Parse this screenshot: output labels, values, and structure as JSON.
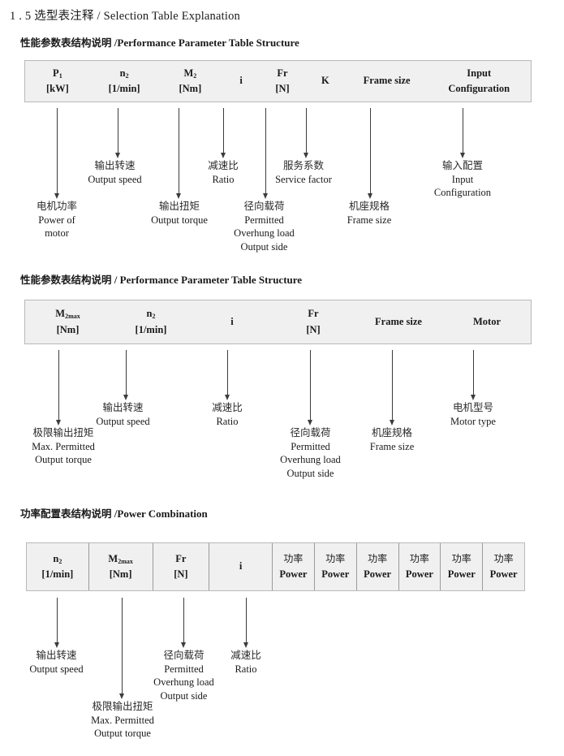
{
  "page": {
    "section_number": "1 . 5",
    "section_title_cn": "选型表注释",
    "section_title_sep": "/",
    "section_title_en": "Selection Table Explanation"
  },
  "blocks": [
    {
      "id": "performance-1",
      "heading": {
        "cn": "性能参数表结构说明",
        "sep": "/",
        "en": "Performance Parameter Table Structure"
      },
      "table": {
        "divided": false,
        "columns": [
          {
            "line1": "P",
            "sub1": "1",
            "line2": "[kW]"
          },
          {
            "line1": "n",
            "sub1": "2",
            "line2": "[1/min]"
          },
          {
            "line1": "M",
            "sub1": "2",
            "line2": "[Nm]"
          },
          {
            "line1": "",
            "sub1": "",
            "line2": "i"
          },
          {
            "line1": "Fr",
            "sub1": "",
            "line2": "[N]"
          },
          {
            "line1": "",
            "sub1": "",
            "line2": "K"
          },
          {
            "line1": "",
            "sub1": "",
            "line2": "Frame size"
          },
          {
            "line1": "Input",
            "sub1": "",
            "line2": "Configuration"
          }
        ]
      },
      "labels": [
        {
          "cn": "电机功率",
          "en": [
            "Power of",
            "motor"
          ]
        },
        {
          "cn": "输出转速",
          "en": [
            "Output speed"
          ]
        },
        {
          "cn": "输出扭矩",
          "en": [
            "Output torque"
          ]
        },
        {
          "cn": "减速比",
          "en": [
            "Ratio"
          ]
        },
        {
          "cn": "径向载荷",
          "en": [
            "Permitted",
            "Overhung load",
            "Output side"
          ]
        },
        {
          "cn": "服务系数",
          "en": [
            "Service factor"
          ]
        },
        {
          "cn": "机座规格",
          "en": [
            "Frame size"
          ]
        },
        {
          "cn": "输入配置",
          "en": [
            "Input",
            "Configuration"
          ]
        }
      ]
    },
    {
      "id": "performance-2",
      "heading": {
        "cn": "性能参数表结构说明",
        "sep": "/",
        "en": "Performance Parameter Table Structure"
      },
      "table": {
        "divided": false,
        "columns": [
          {
            "line1": "M",
            "sub1": "2max",
            "line2": "[Nm]"
          },
          {
            "line1": "n",
            "sub1": "2",
            "line2": "[1/min]"
          },
          {
            "line1": "",
            "sub1": "",
            "line2": "i"
          },
          {
            "line1": "Fr",
            "sub1": "",
            "line2": "[N]"
          },
          {
            "line1": "",
            "sub1": "",
            "line2": "Frame size"
          },
          {
            "line1": "",
            "sub1": "",
            "line2": "Motor"
          }
        ]
      },
      "labels": [
        {
          "cn": "极限输出扭矩",
          "en": [
            "Max. Permitted",
            "Output  torque"
          ]
        },
        {
          "cn": "输出转速",
          "en": [
            "Output speed"
          ]
        },
        {
          "cn": "减速比",
          "en": [
            "Ratio"
          ]
        },
        {
          "cn": "径向载荷",
          "en": [
            "Permitted",
            "Overhung load",
            "Output side"
          ]
        },
        {
          "cn": "机座规格",
          "en": [
            "Frame size"
          ]
        },
        {
          "cn": "电机型号",
          "en": [
            "Motor type"
          ]
        }
      ]
    },
    {
      "id": "power-combination",
      "heading": {
        "cn": "功率配置表结构说明",
        "sep": "/",
        "en": "Power Combination"
      },
      "table": {
        "divided": true,
        "columns": [
          {
            "line1": "n",
            "sub1": "2",
            "line2": "[1/min]"
          },
          {
            "line1": "M",
            "sub1": "2max",
            "line2": "[Nm]"
          },
          {
            "line1": "Fr",
            "sub1": "",
            "line2": "[N]"
          },
          {
            "line1": "",
            "sub1": "",
            "line2": "i"
          },
          {
            "line1": "功率",
            "sub1": "",
            "line2": "Power",
            "cjk1": true
          },
          {
            "line1": "功率",
            "sub1": "",
            "line2": "Power",
            "cjk1": true
          },
          {
            "line1": "功率",
            "sub1": "",
            "line2": "Power",
            "cjk1": true
          },
          {
            "line1": "功率",
            "sub1": "",
            "line2": "Power",
            "cjk1": true
          },
          {
            "line1": "功率",
            "sub1": "",
            "line2": "Power",
            "cjk1": true
          },
          {
            "line1": "功率",
            "sub1": "",
            "line2": "Power",
            "cjk1": true
          }
        ]
      },
      "labels": [
        {
          "cn": "输出转速",
          "en": [
            "Output speed"
          ]
        },
        {
          "cn": "极限输出扭矩",
          "en": [
            "Max. Permitted",
            "Output  torque"
          ]
        },
        {
          "cn": "径向载荷",
          "en": [
            "Permitted",
            "Overhung load",
            "Output side"
          ]
        },
        {
          "cn": "减速比",
          "en": [
            "Ratio"
          ]
        }
      ]
    }
  ]
}
